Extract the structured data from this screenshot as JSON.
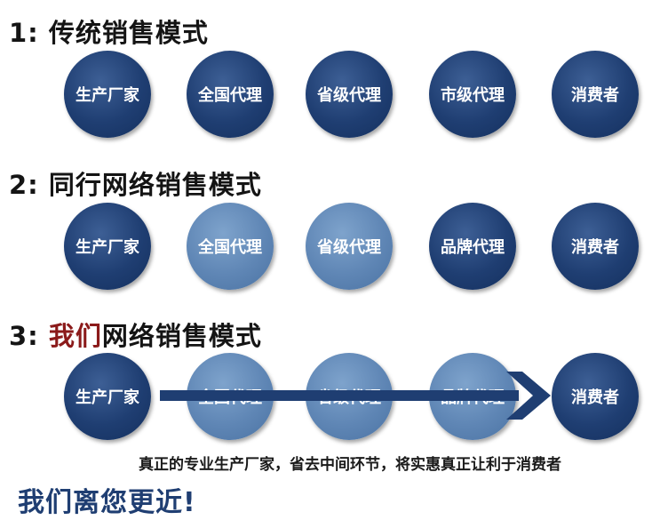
{
  "rows": [
    {
      "number": "1:",
      "title": "传统销售模式",
      "nodes": [
        "生产厂家",
        "全国代理",
        "省级代理",
        "市级代理",
        "消费者"
      ]
    },
    {
      "number": "2:",
      "title": "同行网络销售模式",
      "nodes": [
        "生产厂家",
        "全国代理",
        "省级代理",
        "品牌代理",
        "消费者"
      ]
    },
    {
      "number": "3:",
      "title_highlight": "我们",
      "title_rest": "网络销售模式",
      "nodes": [
        "生产厂家",
        "全国代理",
        "省级代理",
        "品牌代理",
        "消费者"
      ]
    }
  ],
  "note": "真正的专业生产厂家，省去中间环节，将实惠真正让利于消费者",
  "slogan": "我们离您更近!",
  "colors": {
    "dark_circle": "#1f3e72",
    "light_circle": "#5f86b5",
    "highlight": "#8b1a1a",
    "arrow": "#1f3e72"
  }
}
